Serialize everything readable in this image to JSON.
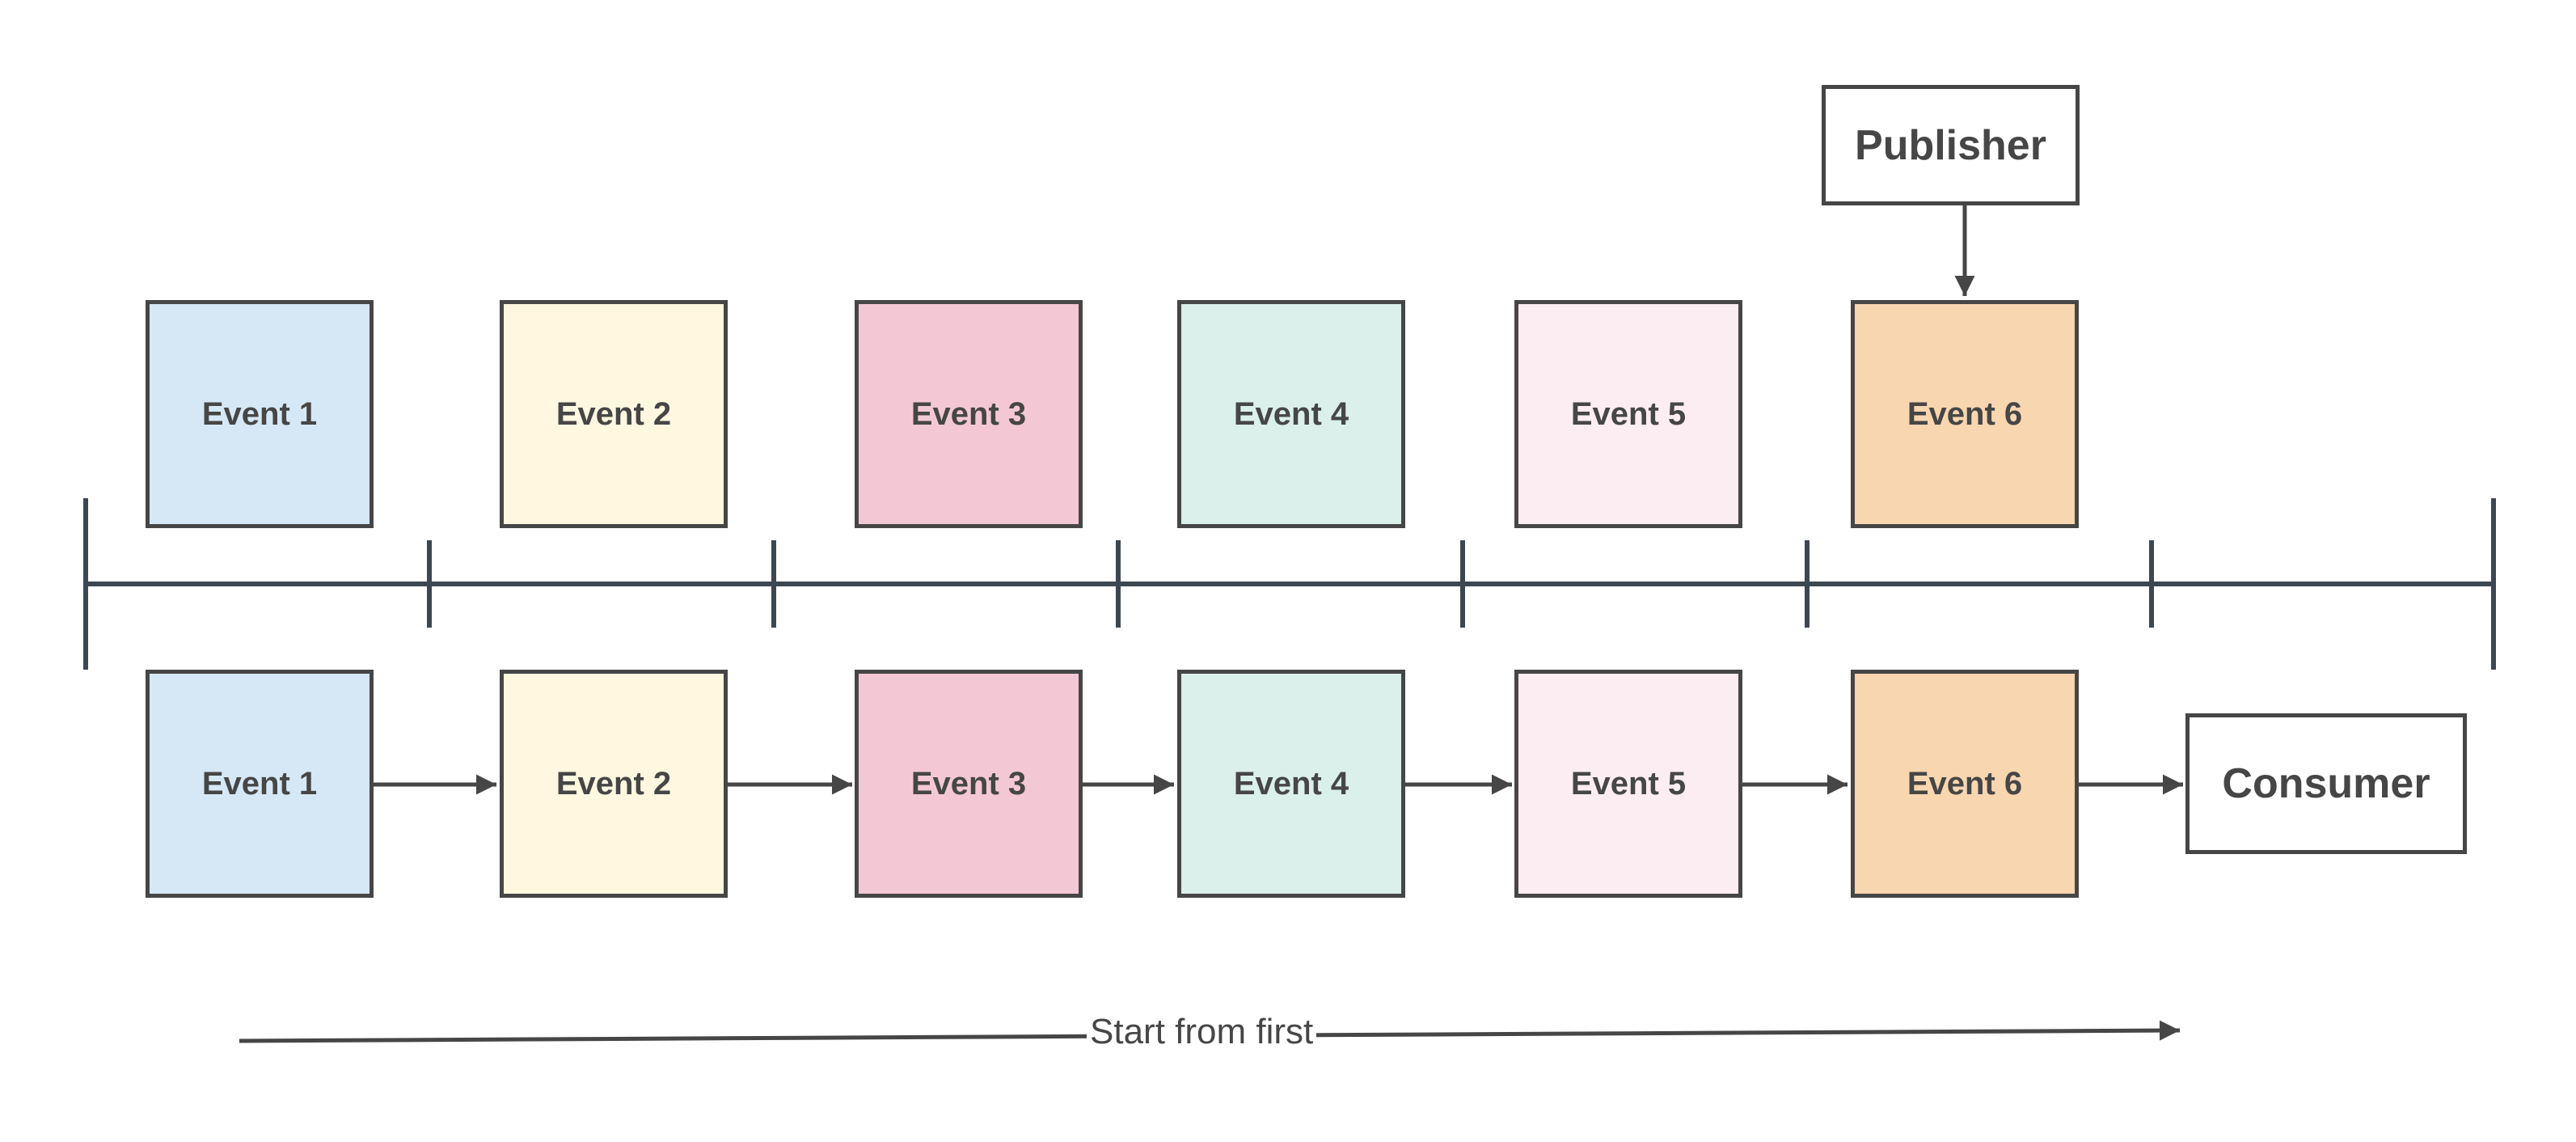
{
  "publisher": {
    "label": "Publisher"
  },
  "consumer": {
    "label": "Consumer"
  },
  "top_events": [
    {
      "label": "Event 1",
      "color": "#d6e8f5"
    },
    {
      "label": "Event 2",
      "color": "#fff7e0"
    },
    {
      "label": "Event 3",
      "color": "#f3c8d4"
    },
    {
      "label": "Event 4",
      "color": "#dbefeb"
    },
    {
      "label": "Event 5",
      "color": "#fbedf1"
    },
    {
      "label": "Event 6",
      "color": "#f8d6b0"
    }
  ],
  "bottom_events": [
    {
      "label": "Event 1",
      "color": "#d6e8f5"
    },
    {
      "label": "Event 2",
      "color": "#fff7e0"
    },
    {
      "label": "Event 3",
      "color": "#f3c8d4"
    },
    {
      "label": "Event 4",
      "color": "#dbefeb"
    },
    {
      "label": "Event 5",
      "color": "#fbedf1"
    },
    {
      "label": "Event 6",
      "color": "#f8d6b0"
    }
  ],
  "caption": "Start from first",
  "colors": {
    "stroke": "#464646",
    "timeline": "#3d4752"
  }
}
